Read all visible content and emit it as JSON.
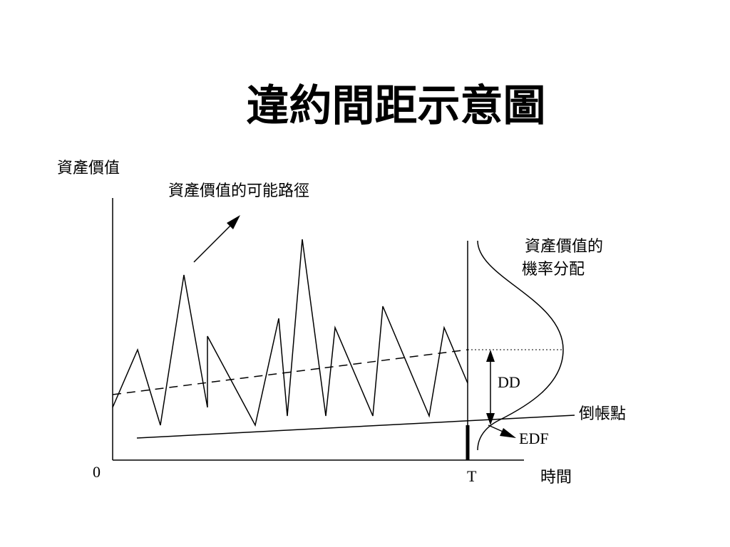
{
  "title": "違約間距示意圖",
  "labels": {
    "y_axis": "資產價值",
    "x_axis": "時間",
    "origin": "0",
    "t_mark": "T",
    "paths": "資產價值的可能路徑",
    "dist_line1": "資產價值的",
    "dist_line2": "機率分配",
    "dd": "DD",
    "default_point": "倒帳點",
    "edf": "EDF"
  }
}
